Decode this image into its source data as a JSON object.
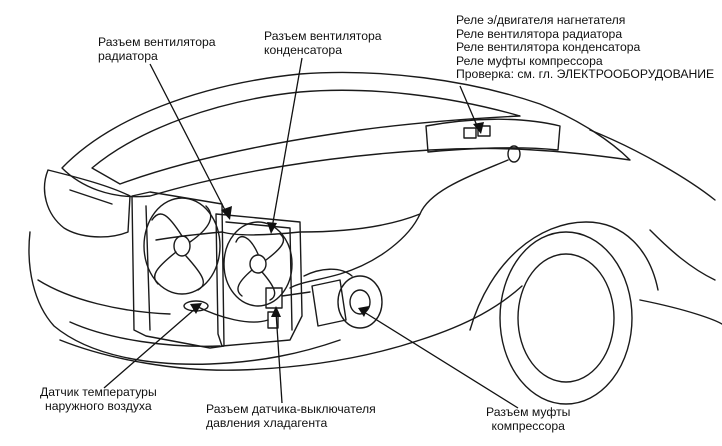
{
  "labels": {
    "radiator_fan_connector": [
      "Разъем вентилятора",
      "радиатора"
    ],
    "condenser_fan_connector": [
      "Разъем вентилятора",
      "конденсатора"
    ],
    "relay_list": [
      "Реле э/двигателя нагнетателя",
      "Реле вентилятора радиатора",
      "Реле вентилятора конденсатора",
      "Реле муфты компрессора",
      "Проверка: см. гл. ЭЛЕКТРООБОРУДОВАНИЕ"
    ],
    "ambient_temp_sensor": [
      "Датчик температуры",
      "наружного воздуха"
    ],
    "pressure_switch_connector": [
      "Разъем датчика-выключателя",
      "давления хладагента"
    ],
    "compressor_clutch_connector": [
      "Разъем муфты",
      "компрессора"
    ]
  }
}
